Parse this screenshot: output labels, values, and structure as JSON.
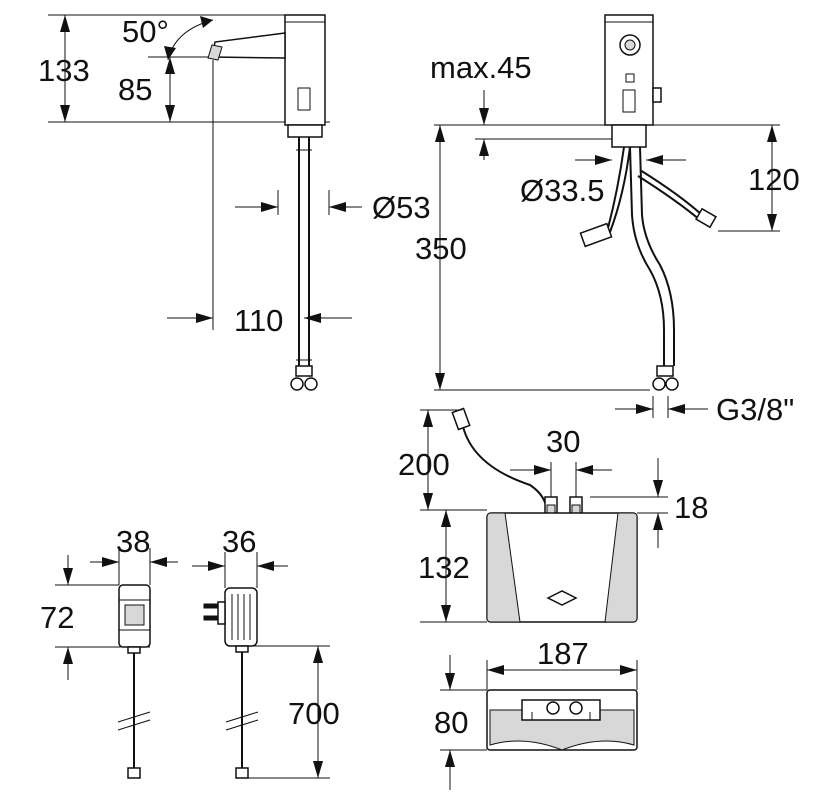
{
  "dimensions": {
    "faucet_height": "133",
    "spout_height": "85",
    "spout_angle": "50°",
    "body_diameter": "Ø53",
    "spout_reach": "110",
    "counter_thickness": "max.45",
    "hole_diameter": "Ø33.5",
    "hose_length": "350",
    "cable_offset": "120",
    "connection_thread": "G3/8\"",
    "heater_cable": "200",
    "connector_spacing": "30",
    "connector_height": "18",
    "heater_height": "132",
    "heater_width": "187",
    "heater_depth": "80",
    "psu_width": "38",
    "psu_depth": "36",
    "psu_height": "72",
    "psu_cable": "700"
  }
}
